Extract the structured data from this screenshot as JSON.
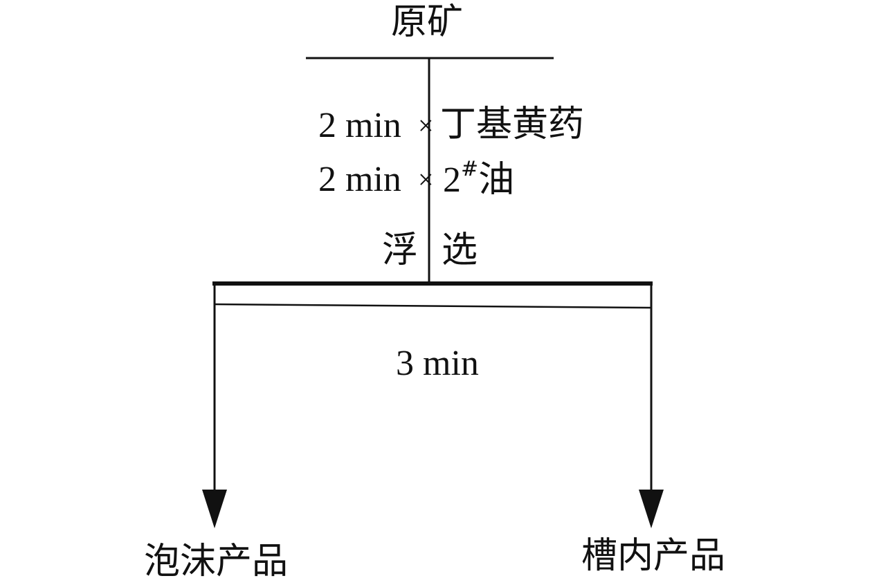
{
  "flowsheet": {
    "feed": "原矿",
    "reagents": [
      {
        "time": "2 min",
        "times_sign": "×",
        "name": "丁基黄药"
      },
      {
        "time": "2 min",
        "times_sign": "×",
        "name_prefix": "2",
        "superscript": "#",
        "name_suffix": "油"
      }
    ],
    "operation": {
      "left": "浮",
      "right": "选",
      "duration": "3 min"
    },
    "products": {
      "froth": "泡沫产品",
      "tailing": "槽内产品"
    },
    "line_color": "#111111"
  }
}
